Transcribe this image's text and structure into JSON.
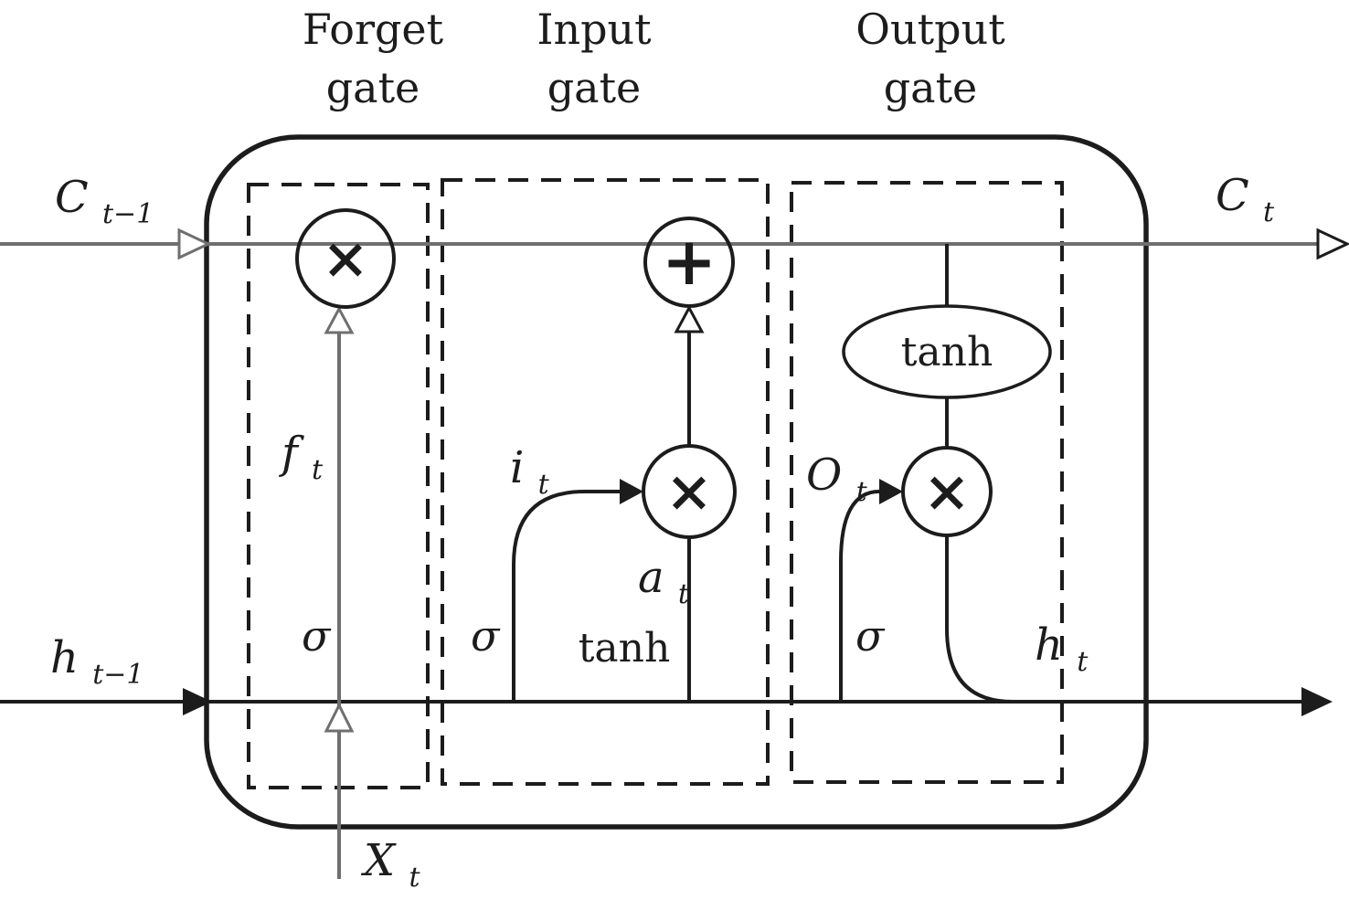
{
  "gate_titles": {
    "forget": {
      "line1": "Forget",
      "line2": "gate"
    },
    "input": {
      "line1": "Input",
      "line2": "gate"
    },
    "output": {
      "line1": "Output",
      "line2": "gate"
    }
  },
  "signals": {
    "cell_state_in": {
      "base": "C",
      "sub": "t−1"
    },
    "cell_state_out": {
      "base": "C",
      "sub": "t"
    },
    "hidden_state_in": {
      "base": "h",
      "sub": "t−1"
    },
    "hidden_state_out": {
      "base": "h",
      "sub": "t"
    },
    "input_vector": {
      "base": "X",
      "sub": "t"
    },
    "forget_activation": {
      "base": "f",
      "sub": "t"
    },
    "input_activation": {
      "base": "i",
      "sub": "t"
    },
    "candidate_activation": {
      "base": "a",
      "sub": "t"
    },
    "output_activation": {
      "base": "O",
      "sub": "t"
    }
  },
  "functions": {
    "forget_sigma": "σ",
    "input_sigma": "σ",
    "output_sigma": "σ",
    "input_tanh": "tanh",
    "output_tanh": "tanh"
  },
  "operators": {
    "forget_multiply": "×",
    "input_add": "+",
    "input_multiply": "×",
    "output_multiply": "×"
  },
  "colors": {
    "ink": "#1c1c1c",
    "gray": "#6f6f6f",
    "background": "#ffffff"
  }
}
